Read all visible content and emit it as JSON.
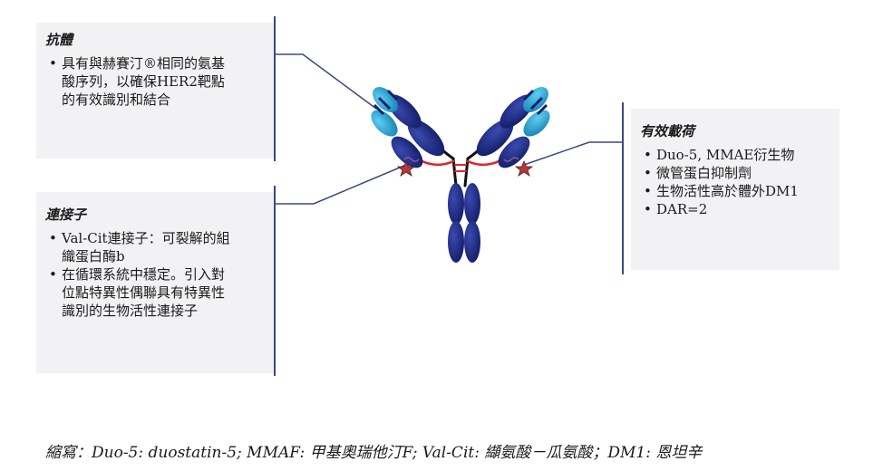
{
  "antibody_box": {
    "title": "抗體",
    "items": [
      "具有與赫賽汀®相同的氨基酸序列，以確保HER2靶點的有效識別和結合"
    ]
  },
  "linker_box": {
    "title": "連接子",
    "items": [
      "Val-Cit連接子：可裂解的組織蛋白酶b",
      "在循環系統中穩定。引入對位點特異性偶聯具有特異性識別的生物活性連接子"
    ]
  },
  "payload_box": {
    "title": "有效載荷",
    "items": [
      "Duo-5, MMAE衍生物",
      "微管蛋白抑制劑",
      "生物活性高於體外DM1",
      "DAR=2"
    ]
  },
  "bullet": "•",
  "footnote": "縮寫：Duo-5: duostatin-5; MMAF: 甲基奧瑞他汀F; Val-Cit: 纈氨酸－瓜氨酸；DM1: 恩坦辛",
  "colors": {
    "heavy_chain": "#1f2d8a",
    "light_chain_cap": "#2aa7d6",
    "hinge": "#e0242a",
    "payload_star": "#c0392b",
    "connector": "#3b4a7a",
    "box_bg": "#f2f2f4"
  }
}
